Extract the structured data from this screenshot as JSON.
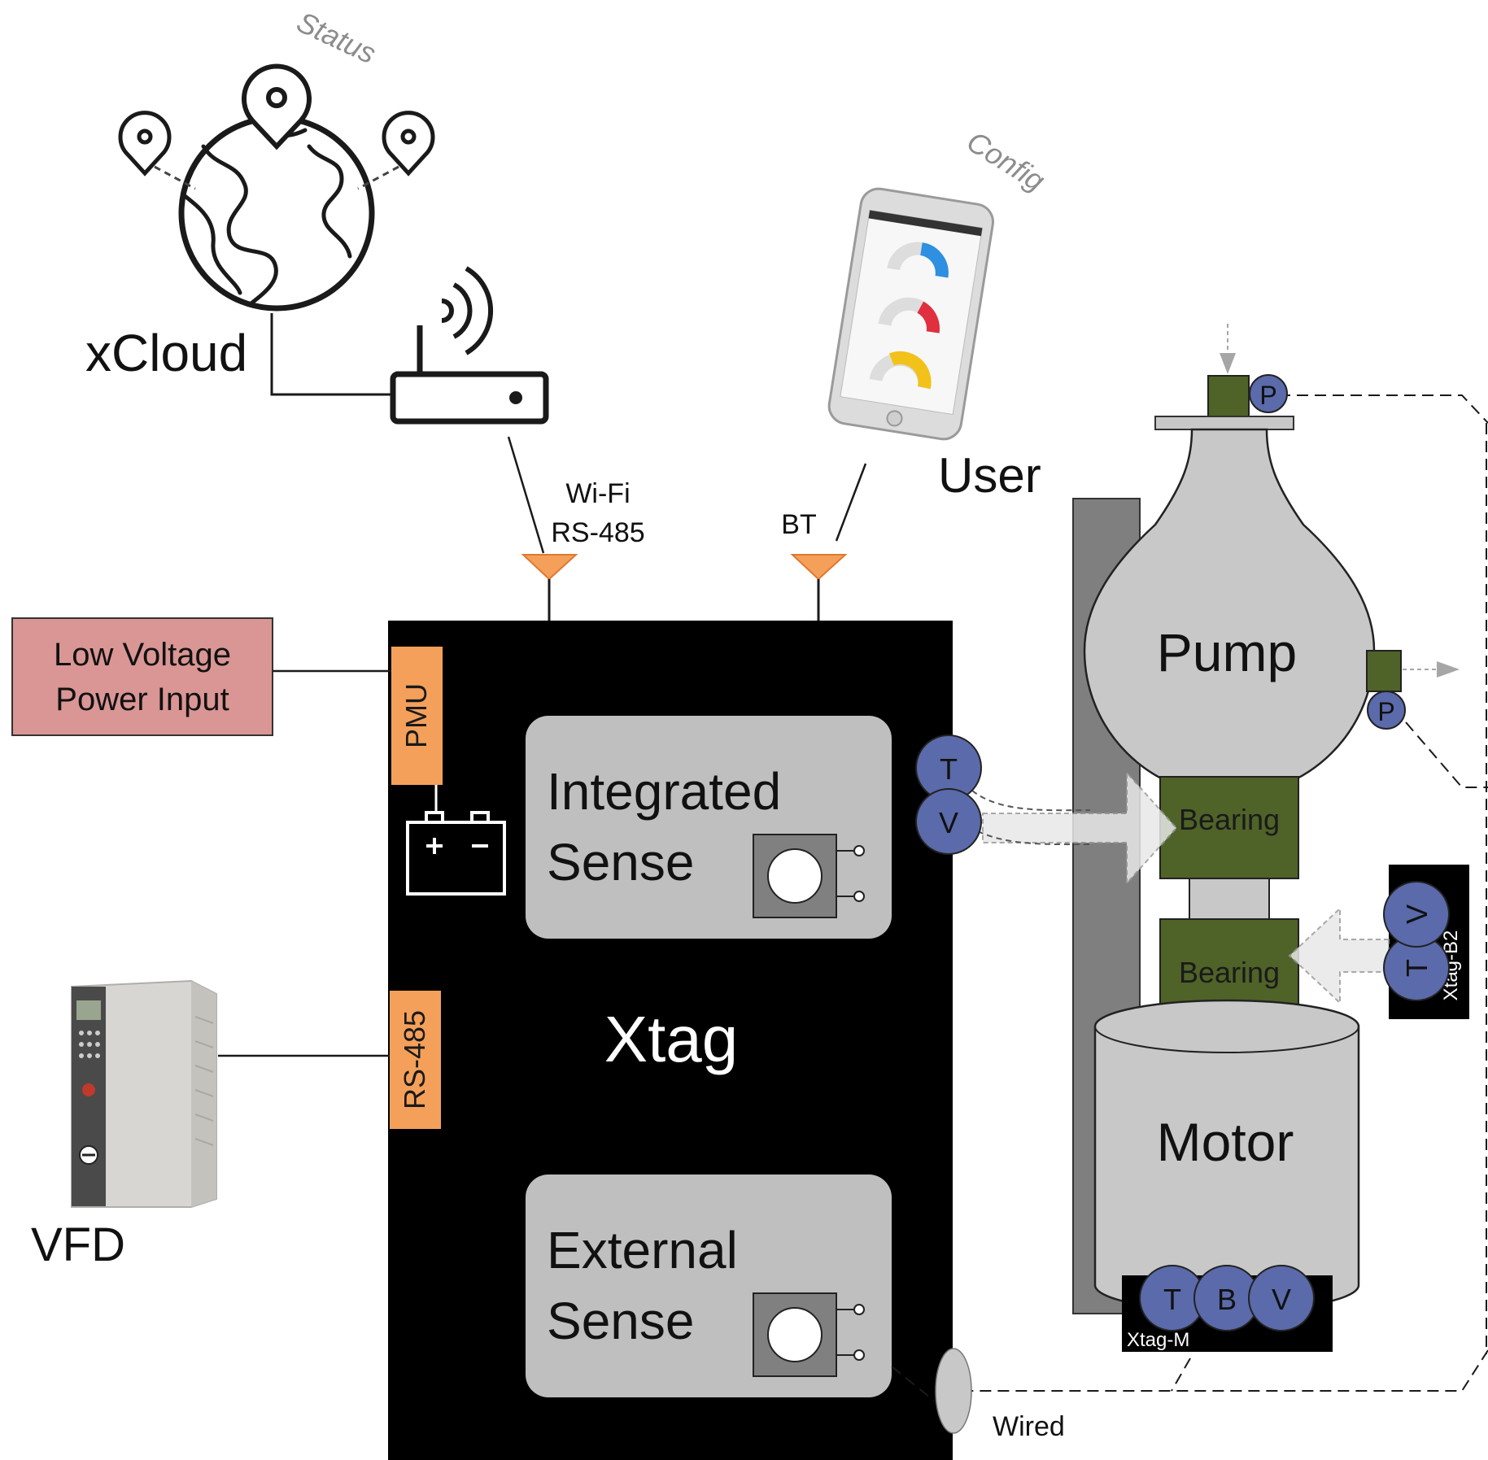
{
  "cloud": {
    "label": "xCloud",
    "status_label": "Status"
  },
  "phone": {
    "config_label": "Config",
    "user_label": "User"
  },
  "links": {
    "wifi_label": "Wi-Fi",
    "rs485_link_label": "RS-485",
    "bt_label": "BT"
  },
  "power": {
    "line1": "Low Voltage",
    "line2": "Power Input"
  },
  "xtag": {
    "title": "Xtag",
    "pmu_label": "PMU",
    "rs485_port_label": "RS-485",
    "integrated_line1": "Integrated",
    "integrated_line2": "Sense",
    "external_line1": "External",
    "external_line2": "Sense"
  },
  "vfd": {
    "label": "VFD"
  },
  "machine": {
    "pump_label": "Pump",
    "motor_label": "Motor",
    "bearing1_label": "Bearing",
    "bearing2_label": "Bearing",
    "xtag_m_label": "Xtag-M",
    "xtag_b2_label": "Xtag-B2",
    "wired_label": "Wired"
  },
  "sensors": {
    "p_top": "P",
    "p_side": "P",
    "integrated_t": "T",
    "integrated_v": "V",
    "b2_v": "V",
    "b2_t": "T",
    "m_t": "T",
    "m_b": "B",
    "m_v": "V"
  },
  "colors": {
    "sensor_blue": "#5a6aaa",
    "orange": "#f4a05a",
    "power_pink": "#d99694",
    "bearing_green": "#4f6228",
    "machine_gray": "#c8c8c8",
    "module_gray": "#bfbfbf",
    "phone_gauge_blue": "#2f8fe0",
    "phone_gauge_red": "#e03040",
    "phone_gauge_yellow": "#f2c21a"
  }
}
